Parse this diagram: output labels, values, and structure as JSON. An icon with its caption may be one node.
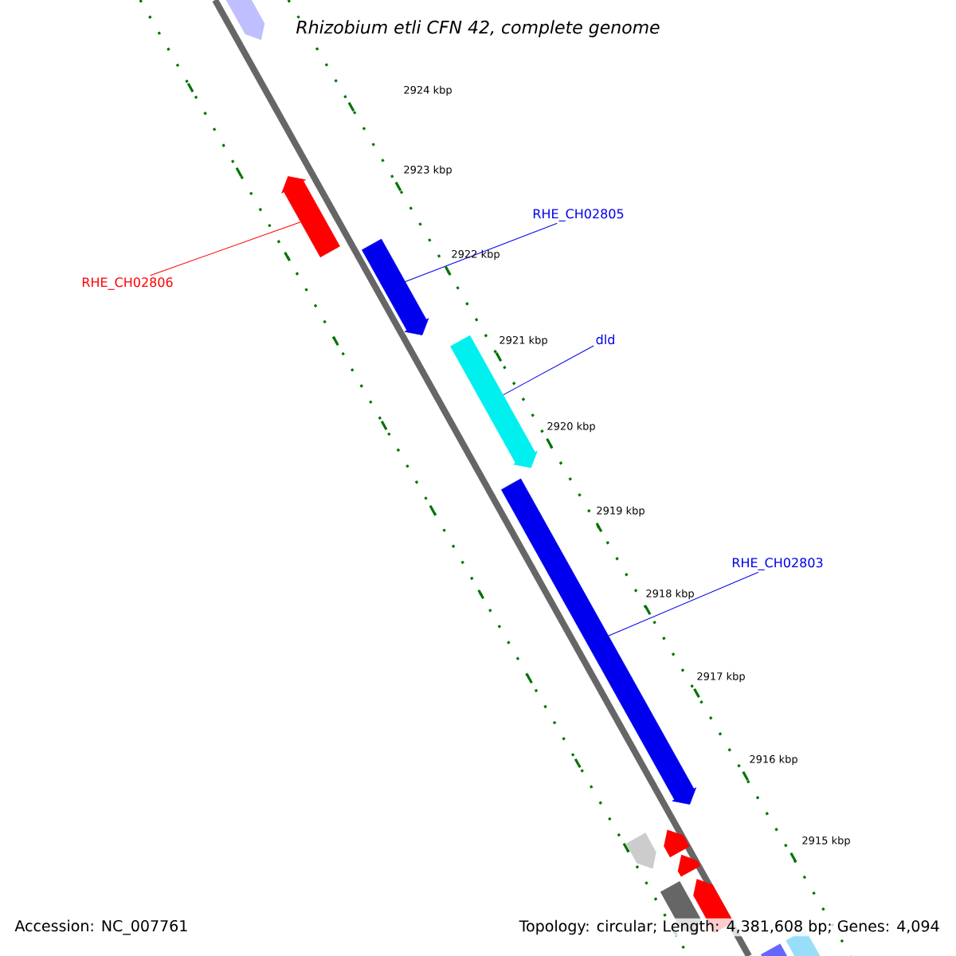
{
  "diagram": {
    "title": "Rhizobium etli CFN 42, complete genome",
    "nodes": [
      {
        "text": [
          "RHE_CH02806"
        ]
      },
      {
        "text": [],
        "shape": "arrow"
      },
      {
        "text": [
          "RHE_CH02805"
        ]
      },
      {
        "text": [],
        "shape": "arrow"
      },
      {
        "text": [
          "dld"
        ]
      },
      {
        "text": [],
        "shape": "arrow"
      },
      {
        "text": [
          "RHE_CH02803"
        ]
      },
      {
        "text": [],
        "shape": "arrow"
      }
    ],
    "edges": [
      {
        "from": 0,
        "to": 1,
        "arrow": "none",
        "color": "#ff0000"
      },
      {
        "from": 2,
        "to": 3,
        "arrow": "none"
      },
      {
        "from": 4,
        "to": 5,
        "arrow": "none"
      },
      {
        "from": 6,
        "to": 7,
        "arrow": "none"
      }
    ],
    "labels": [
      "2924 kbp",
      "2923 kbp",
      "2922 kbp",
      "2921 kbp",
      "2920 kbp",
      "2919 kbp",
      "2918 kbp",
      "2917 kbp",
      "2916 kbp",
      "2915 kbp",
      "Accession: NC_007761",
      "Topology: circular; Length: 4,381,608 bp; Genes: 4,094"
    ]
  }
}
